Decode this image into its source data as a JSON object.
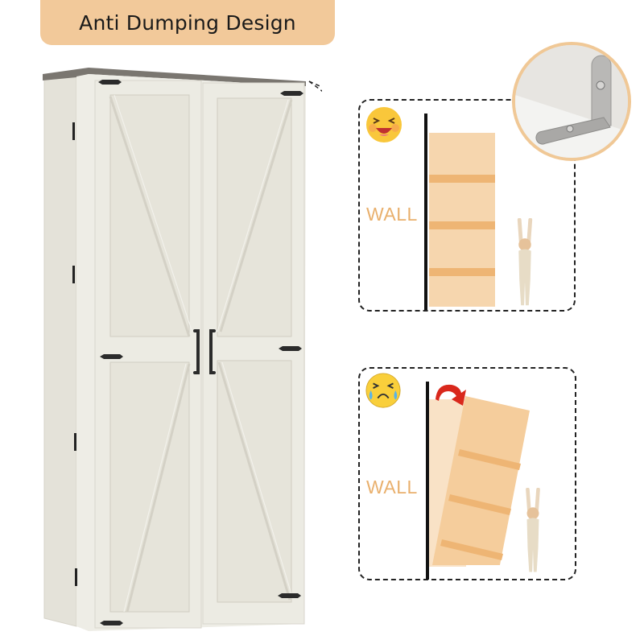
{
  "header": {
    "title": "Anti Dumping Design"
  },
  "colors": {
    "banner_bg": "#f2c99a",
    "title_text": "#1a1a1a",
    "wall_label": "#e9b06d",
    "cabinet_body": "#ecebe3",
    "cabinet_top": "#7a7670",
    "silhouette_light": "#f6d6ae",
    "silhouette_shelf": "#eeb574",
    "bracket_ring": "#f0c896",
    "arrow_red": "#d9281c"
  },
  "product": {
    "name": "barn-door-storage-cabinet",
    "door_count": 2,
    "hardware_color": "#2b2b2b"
  },
  "panels": {
    "secure": {
      "wall_label": "WALL",
      "emoji": "laughing-face-icon",
      "state": "anchored"
    },
    "tipping": {
      "wall_label": "WALL",
      "emoji": "crying-face-icon",
      "state": "tipping-over"
    }
  },
  "inset": {
    "subject": "anti-tip-wall-bracket",
    "icon": "l-bracket-icon"
  }
}
